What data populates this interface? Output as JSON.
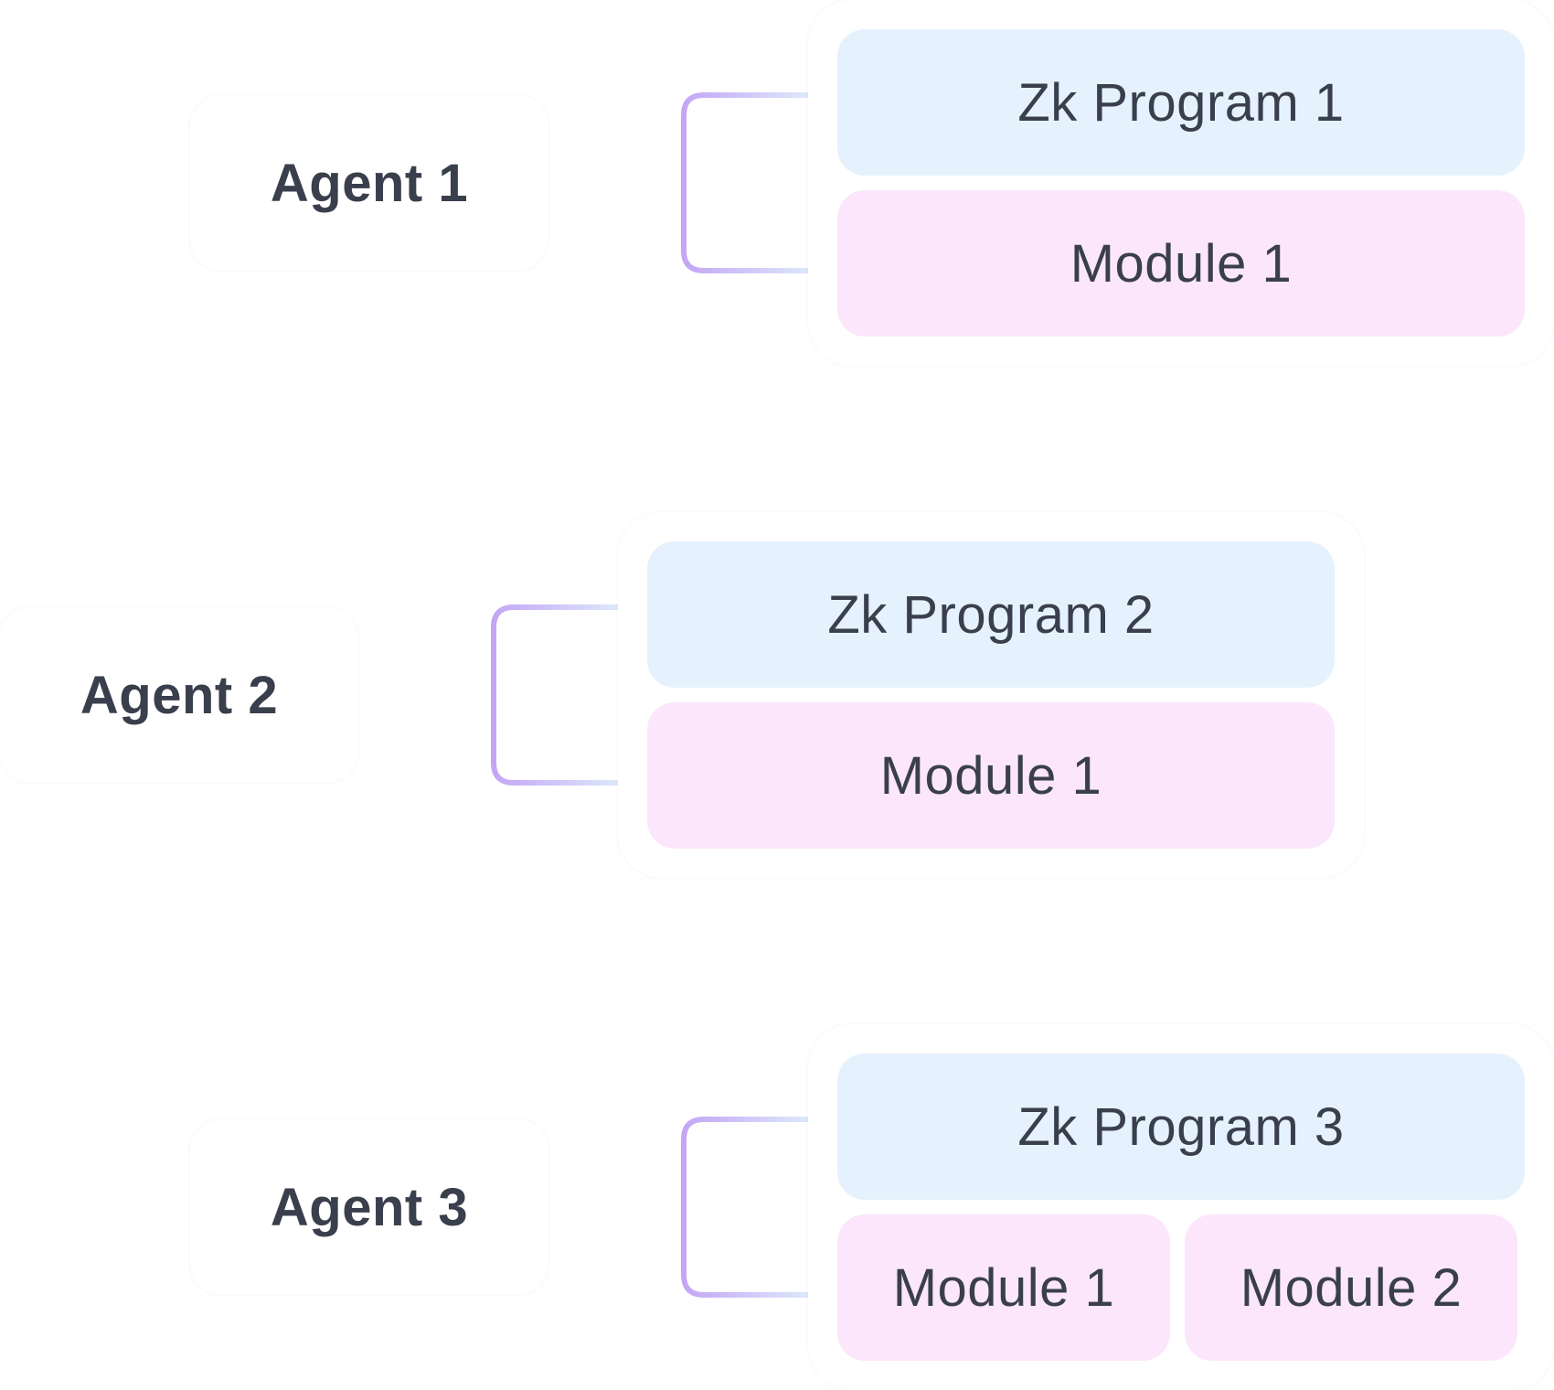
{
  "diagram": {
    "colors": {
      "text": "#3a3f4d",
      "zk_fill": "#e5f2fd",
      "module_fill": "#fce6fb",
      "connector_magenta": "#d946ef",
      "connector_violet": "#c4a6f5",
      "connector_light_blue": "#dce8fb"
    },
    "rows": [
      {
        "agent": "Agent 1",
        "zk_program": "Zk Program 1",
        "modules": [
          "Module 1"
        ]
      },
      {
        "agent": "Agent 2",
        "zk_program": "Zk Program 2",
        "modules": [
          "Module 1"
        ]
      },
      {
        "agent": "Agent 3",
        "zk_program": "Zk Program 3",
        "modules": [
          "Module 1",
          "Module 2"
        ]
      }
    ]
  }
}
